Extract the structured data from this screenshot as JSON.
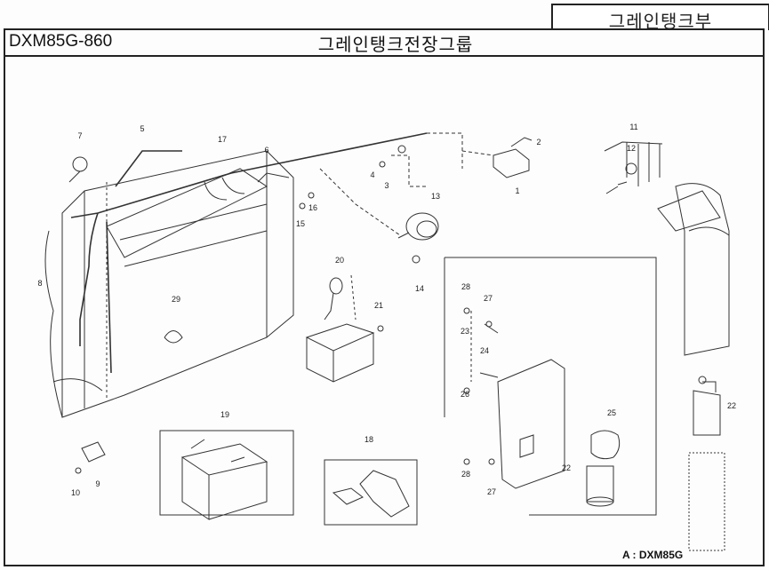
{
  "header": {
    "section_title": "그레인탱크부",
    "model_code": "DXM85G-860",
    "group_title": "그레인탱크전장그룹"
  },
  "footnote": "A : DXM85G",
  "callouts": [
    "1",
    "2",
    "3",
    "4",
    "5",
    "6",
    "7",
    "8",
    "9",
    "10",
    "11",
    "12",
    "13",
    "14",
    "15",
    "16",
    "17",
    "18",
    "19",
    "20",
    "21",
    "22",
    "22",
    "23",
    "24",
    "25",
    "26",
    "27",
    "27",
    "28",
    "28",
    "29"
  ],
  "colors": {
    "line": "#333333",
    "frame": "#222222",
    "paper": "#fdfdfd"
  }
}
